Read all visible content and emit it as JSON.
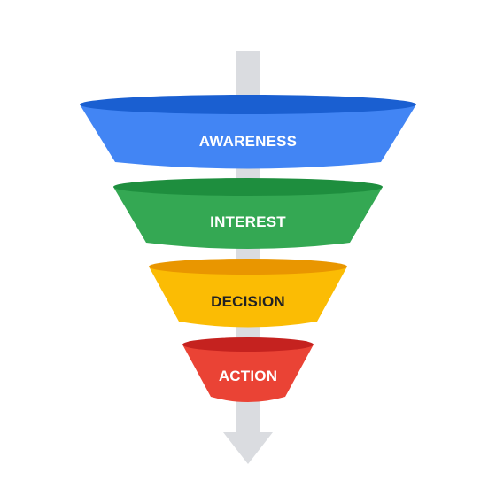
{
  "diagram": {
    "type": "funnel",
    "stages": [
      {
        "label": "AWARENESS",
        "color": "#4285F4",
        "rim": "#1A5FD1",
        "text_color": "#FFFFFF"
      },
      {
        "label": "INTEREST",
        "color": "#34A853",
        "rim": "#1E8E3E",
        "text_color": "#FFFFFF"
      },
      {
        "label": "DECISION",
        "color": "#FBBC04",
        "rim": "#E99600",
        "text_color": "#202124"
      },
      {
        "label": "ACTION",
        "color": "#EA4335",
        "rim": "#C5221F",
        "text_color": "#FFFFFF"
      }
    ],
    "arrow_color": "#DADCE0"
  }
}
